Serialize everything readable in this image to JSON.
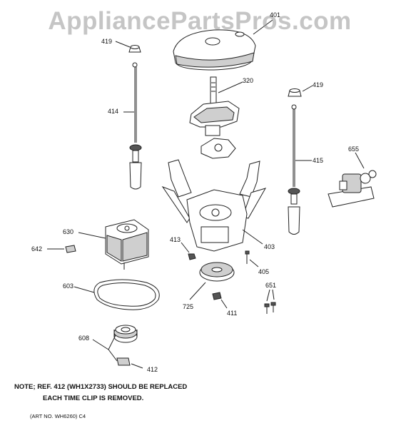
{
  "watermark": "AppliancePartsPros.com",
  "parts": {
    "p401": "401",
    "p419a": "419",
    "p320": "320",
    "p419b": "419",
    "p414": "414",
    "p415": "415",
    "p655": "655",
    "p630": "630",
    "p642": "642",
    "p413": "413",
    "p403": "403",
    "p405": "405",
    "p603": "603",
    "p725": "725",
    "p411": "411",
    "p651": "651",
    "p608": "608",
    "p412": "412"
  },
  "note": {
    "line1": "NOTE; REF. 412 (WH1X2733) SHOULD BE REPLACED",
    "line2": "EACH TIME CLIP IS REMOVED."
  },
  "art_number": "(ART NO. WH6260) C4"
}
